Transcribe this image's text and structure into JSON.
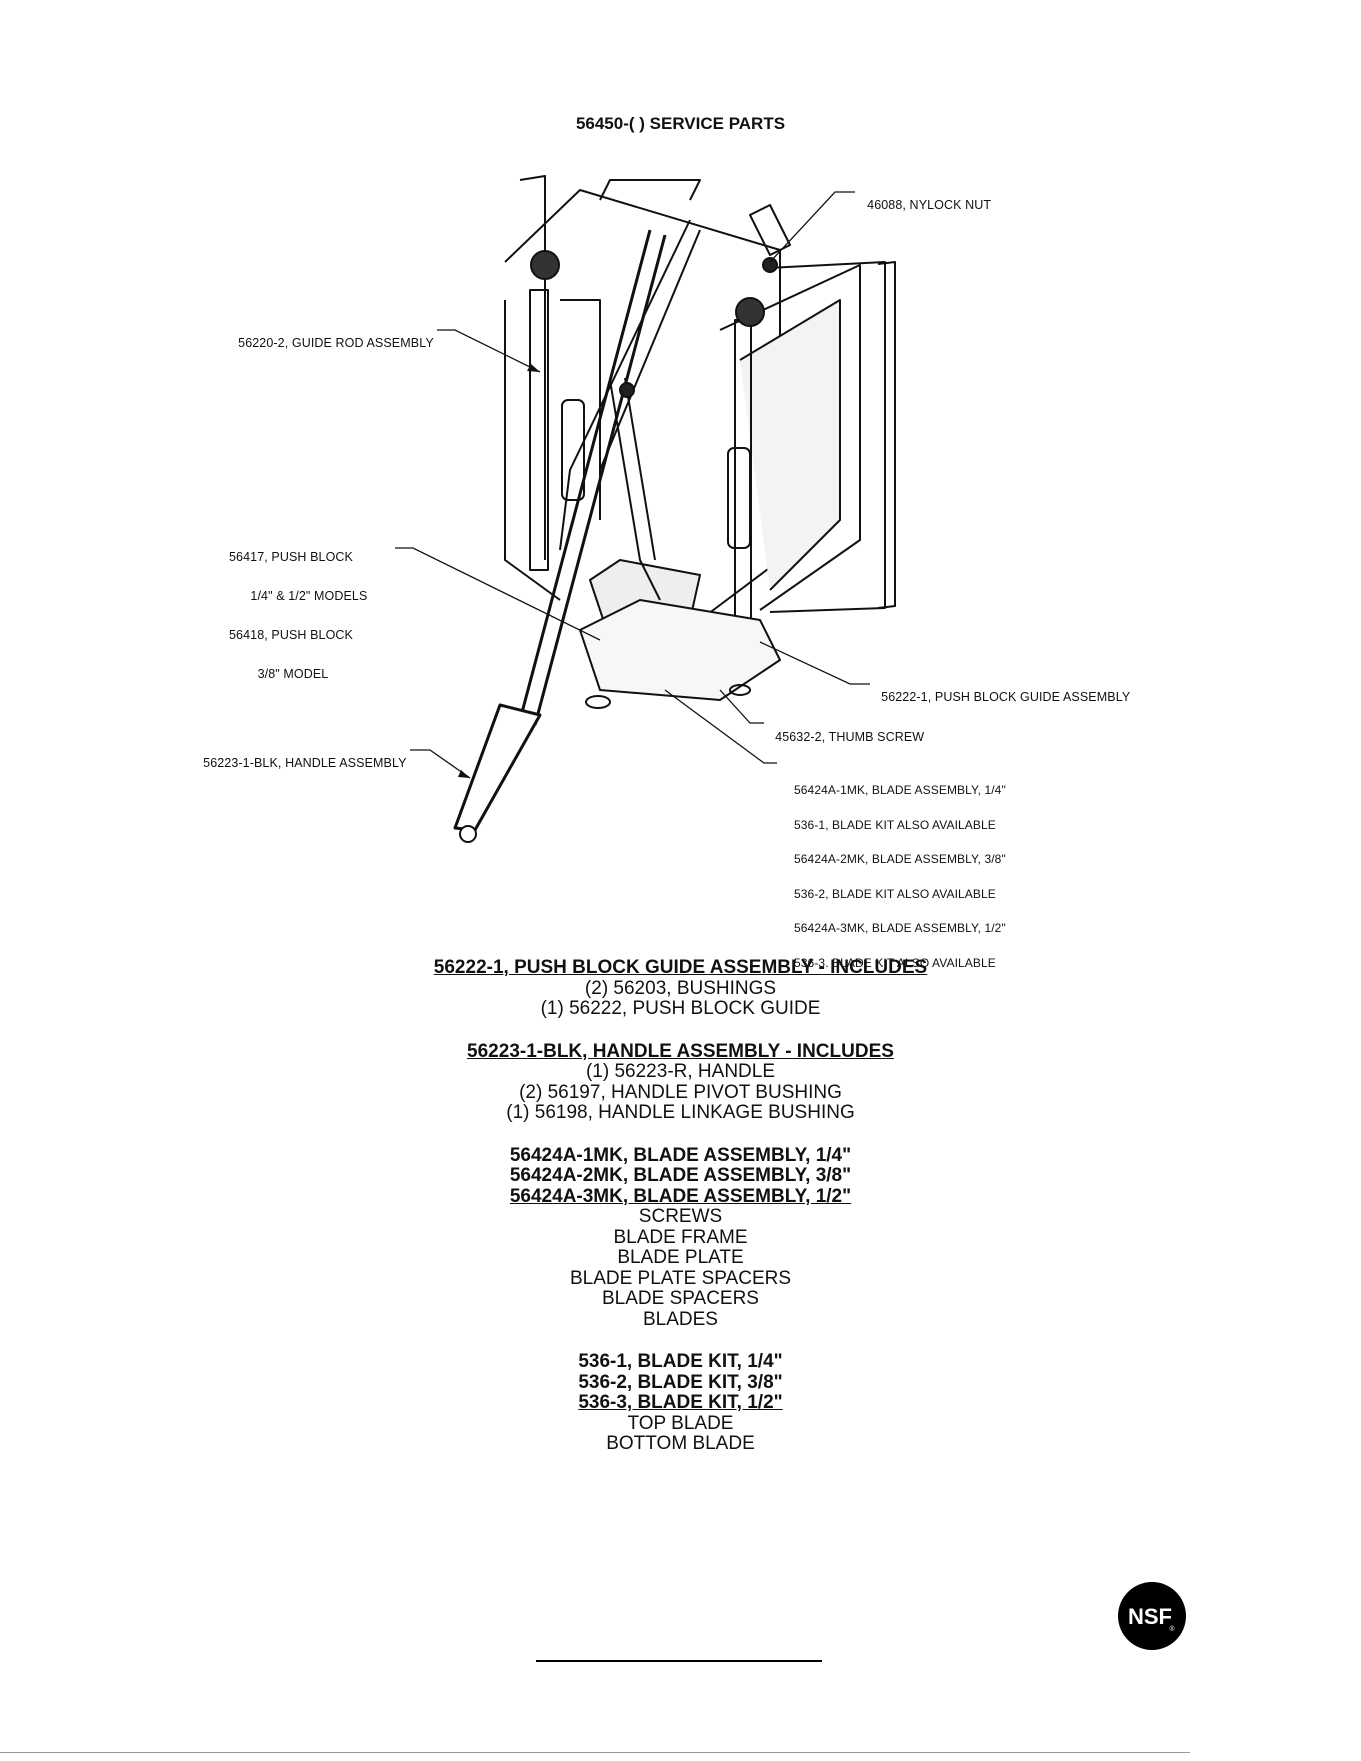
{
  "page_title": "56450-( ) SERVICE PARTS",
  "callouts": [
    {
      "id": "nylock",
      "lines": [
        "46088, NYLOCK NUT"
      ]
    },
    {
      "id": "guide-rod",
      "lines": [
        "56220-2, GUIDE ROD ASSEMBLY"
      ]
    },
    {
      "id": "push-block",
      "lines": [
        "56417, PUSH BLOCK",
        "      1/4\" & 1/2\" MODELS",
        "56418, PUSH BLOCK",
        "        3/8\" MODEL"
      ]
    },
    {
      "id": "push-block-guide",
      "lines": [
        "56222-1, PUSH BLOCK GUIDE ASSEMBLY"
      ]
    },
    {
      "id": "thumb-screw",
      "lines": [
        "45632-2, THUMB SCREW"
      ]
    },
    {
      "id": "handle",
      "lines": [
        "56223-1-BLK, HANDLE ASSEMBLY"
      ]
    },
    {
      "id": "blade",
      "lines": [
        "56424A-1MK, BLADE ASSEMBLY, 1/4\"",
        "536-1, BLADE KIT ALSO AVAILABLE",
        "56424A-2MK, BLADE ASSEMBLY, 3/8\"",
        "536-2, BLADE KIT ALSO AVAILABLE",
        "56424A-3MK, BLADE ASSEMBLY, 1/2\"",
        "536-3. BLADE KIT ALSO AVAILABLE"
      ]
    }
  ],
  "parts_groups": [
    {
      "headers": [
        "56222-1, PUSH BLOCK GUIDE ASSEMBLY - INCLUDES"
      ],
      "items": [
        "(2) 56203, BUSHINGS",
        "(1) 56222, PUSH BLOCK GUIDE"
      ]
    },
    {
      "headers": [
        "56223-1-BLK, HANDLE ASSEMBLY - INCLUDES"
      ],
      "items": [
        "(1) 56223-R, HANDLE",
        "(2) 56197, HANDLE PIVOT BUSHING",
        "(1) 56198, HANDLE LINKAGE BUSHING"
      ]
    },
    {
      "headers": [
        "56424A-1MK, BLADE ASSEMBLY, 1/4\"",
        "56424A-2MK, BLADE ASSEMBLY, 3/8\"",
        "56424A-3MK, BLADE ASSEMBLY, 1/2\""
      ],
      "items": [
        "SCREWS",
        "BLADE FRAME",
        "BLADE PLATE",
        "BLADE PLATE SPACERS",
        "BLADE SPACERS",
        "BLADES"
      ]
    },
    {
      "headers": [
        "536-1, BLADE KIT, 1/4\"",
        "536-2, BLADE KIT, 3/8\"",
        "536-3, BLADE KIT, 1/2\""
      ],
      "items": [
        "TOP BLADE",
        "BOTTOM BLADE"
      ]
    }
  ],
  "logo": {
    "text": "NSF",
    "mark": "®"
  }
}
